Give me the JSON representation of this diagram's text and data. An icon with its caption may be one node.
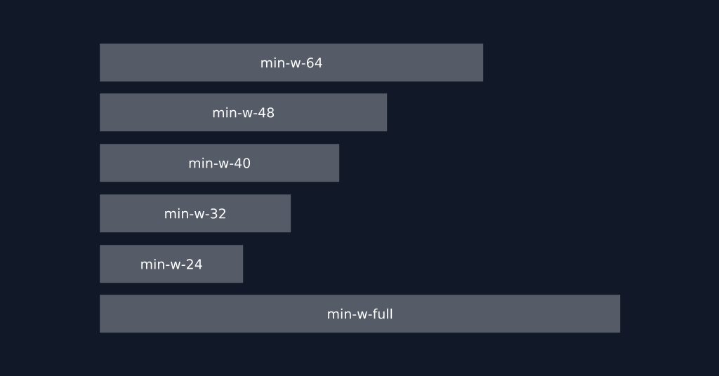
{
  "diagram": {
    "nodes": [
      {
        "text": [
          "min-w-64"
        ]
      },
      {
        "text": [
          "min-w-48"
        ]
      },
      {
        "text": [
          "min-w-40"
        ]
      },
      {
        "text": [
          "min-w-32"
        ]
      },
      {
        "text": [
          "min-w-24"
        ]
      },
      {
        "text": [
          "min-w-full"
        ]
      }
    ]
  }
}
